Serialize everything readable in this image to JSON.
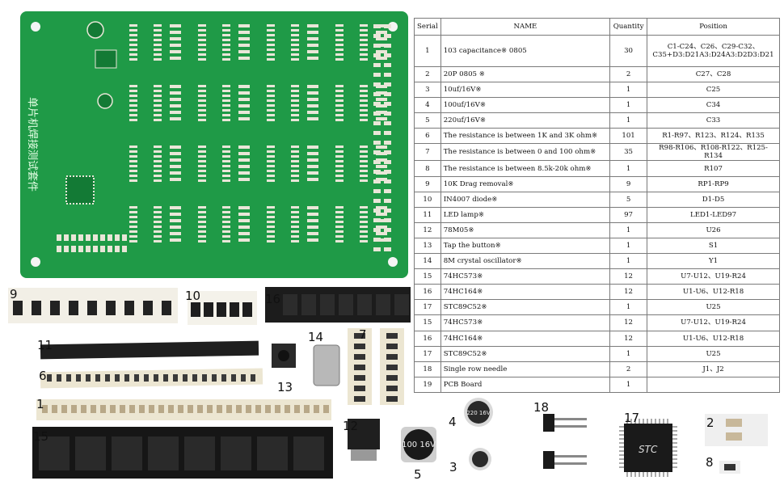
{
  "colors": {
    "pcb": "#1f9a47",
    "pcb_dark": "#137a35",
    "pad": "#e9e6d8",
    "chip": "#1c1c1c",
    "tape_white": "#ece6d2"
  },
  "pcb": {
    "side_text": "单片机焊接测试套件"
  },
  "components": {
    "cap_220_text": "220 16V",
    "cap_100_text": "100 16V",
    "mcu_brand": "STC"
  },
  "part_labels": {
    "l1": "1",
    "l2": "2",
    "l3": "3",
    "l4": "4",
    "l5": "5",
    "l6": "6",
    "l7": "7",
    "l8": "8",
    "l9": "9",
    "l10": "10",
    "l11": "11",
    "l12": "12",
    "l13": "13",
    "l14": "14",
    "l15": "15",
    "l16": "16",
    "l17": "17",
    "l18": "18"
  },
  "table": {
    "headers": [
      "Serial",
      "NAME",
      "Quantity",
      "Position"
    ],
    "rows": [
      {
        "serial": "1",
        "name": "103 capacitance※  0805",
        "qty": "30",
        "pos1": "C1-C24、C26、C29-C32、",
        "pos2": "C35+D3:D21A3:D24A3:D2D3:D21"
      },
      {
        "serial": "2",
        "name": "20P   0805 ※",
        "qty": "2",
        "pos1": "C27、C28"
      },
      {
        "serial": "3",
        "name": "10uf/16V※",
        "qty": "1",
        "pos1": "C25"
      },
      {
        "serial": "4",
        "name": "100uf/16V※",
        "qty": "1",
        "pos1": "C34"
      },
      {
        "serial": "5",
        "name": "220uf/16V※",
        "qty": "1",
        "pos1": "C33"
      },
      {
        "serial": "6",
        "name": "The resistance is between 1K and 3K ohm※",
        "qty": "101",
        "pos1": "R1-R97、R123、R124、R135"
      },
      {
        "serial": "7",
        "name": "The resistance is between 0 and 100 ohm※",
        "qty": "35",
        "pos1": "R98-R106、R108-R122、R125-R134"
      },
      {
        "serial": "8",
        "name": "The resistance is between 8.5k-20k ohm※",
        "qty": "1",
        "pos1": "R107"
      },
      {
        "serial": "9",
        "name": "10K Drag removal※",
        "qty": "9",
        "pos1": "RP1-RP9"
      },
      {
        "serial": "10",
        "name": "IN4007 diode※",
        "qty": "5",
        "pos1": "D1-D5"
      },
      {
        "serial": "11",
        "name": "LED lamp※",
        "qty": "97",
        "pos1": "LED1-LED97"
      },
      {
        "serial": "12",
        "name": "78M05※",
        "qty": "1",
        "pos1": "U26"
      },
      {
        "serial": "13",
        "name": "Tap the button※",
        "qty": "1",
        "pos1": "S1"
      },
      {
        "serial": "14",
        "name": "8M crystal oscillator※",
        "qty": "1",
        "pos1": "Y1"
      },
      {
        "serial": "15",
        "name": "74HC573※",
        "qty": "12",
        "pos1": "U7-U12、U19-R24"
      },
      {
        "serial": "16",
        "name": "74HC164※",
        "qty": "12",
        "pos1": "U1-U6、U12-R18"
      },
      {
        "serial": "17",
        "name": "STC89C52※",
        "qty": "1",
        "pos1": "U25"
      },
      {
        "serial": "15",
        "name": "74HC573※",
        "qty": "12",
        "pos1": "U7-U12、U19-R24"
      },
      {
        "serial": "16",
        "name": "74HC164※",
        "qty": "12",
        "pos1": "U1-U6、U12-R18"
      },
      {
        "serial": "17",
        "name": "STC89C52※",
        "qty": "1",
        "pos1": "U25"
      },
      {
        "serial": "18",
        "name": "Single row needle",
        "qty": "2",
        "pos1": "J1、J2"
      },
      {
        "serial": "19",
        "name": "PCB Board",
        "qty": "1",
        "pos1": ""
      }
    ]
  }
}
